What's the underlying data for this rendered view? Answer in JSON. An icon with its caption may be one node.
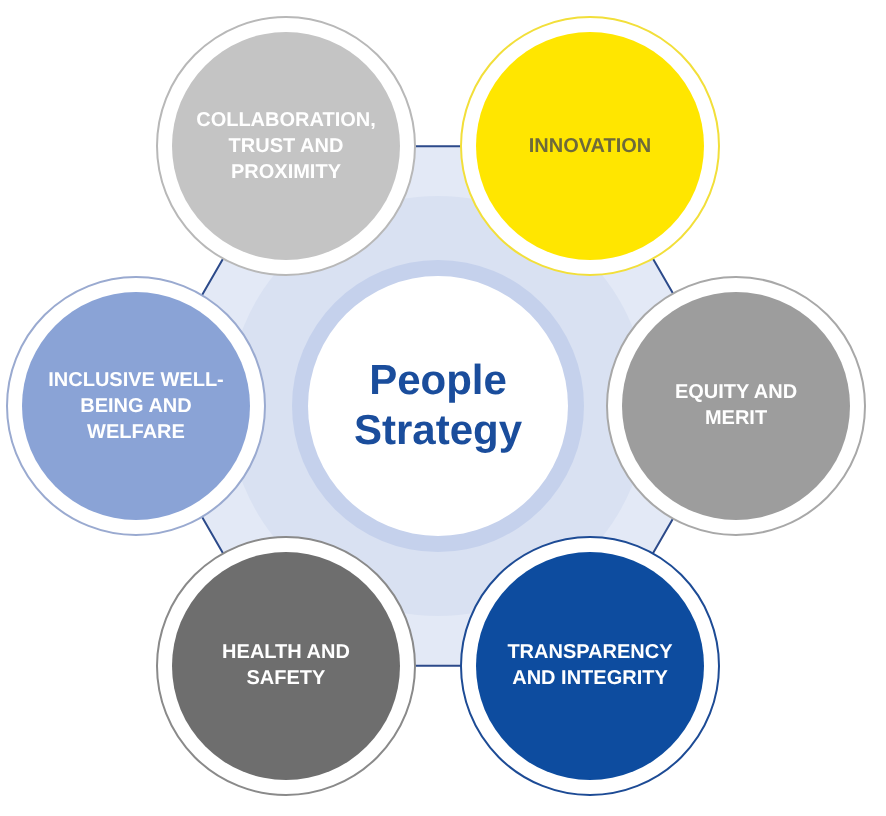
{
  "diagram": {
    "nodes": [
      {
        "text": [
          "COLLABORATION, TRUST AND PROXIMITY"
        ]
      },
      {
        "text": [
          "INNOVATION"
        ]
      },
      {
        "text": [
          "INCLUSIVE WELL-BEING AND WELFARE"
        ]
      },
      {
        "text": [
          "People Strategy"
        ]
      },
      {
        "text": [
          "EQUITY AND MERIT"
        ]
      },
      {
        "text": [
          "HEALTH AND SAFETY"
        ]
      },
      {
        "text": [
          "TRANSPARENCY AND INTEGRITY"
        ]
      }
    ]
  }
}
